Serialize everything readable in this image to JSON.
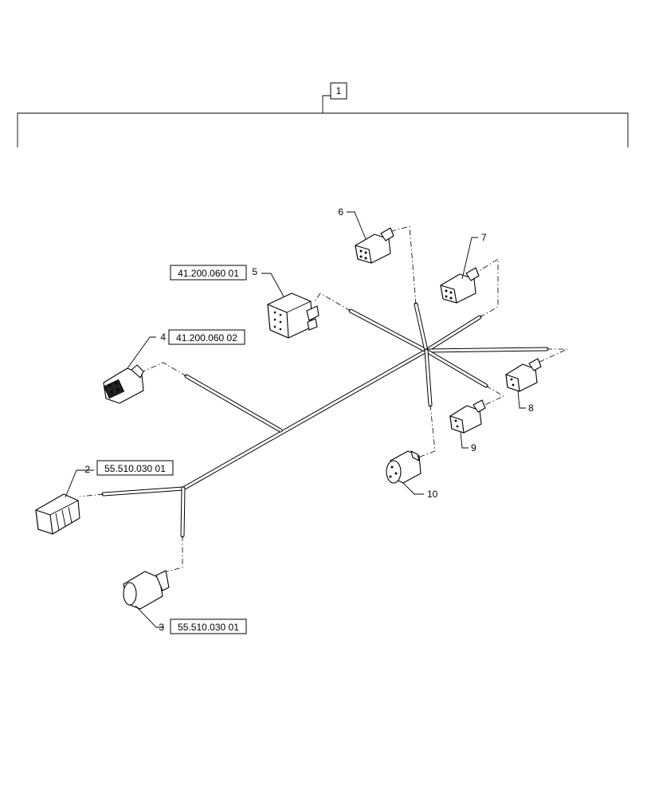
{
  "assembly": {
    "item": "1"
  },
  "callouts": [
    {
      "item": "2",
      "ref": "55.510.030 01"
    },
    {
      "item": "3",
      "ref": "55.510.030 01"
    },
    {
      "item": "4",
      "ref": "41.200.060 02"
    },
    {
      "item": "5",
      "ref": "41.200.060 01"
    },
    {
      "item": "6",
      "ref": ""
    },
    {
      "item": "7",
      "ref": ""
    },
    {
      "item": "8",
      "ref": ""
    },
    {
      "item": "9",
      "ref": ""
    },
    {
      "item": "10",
      "ref": ""
    }
  ]
}
